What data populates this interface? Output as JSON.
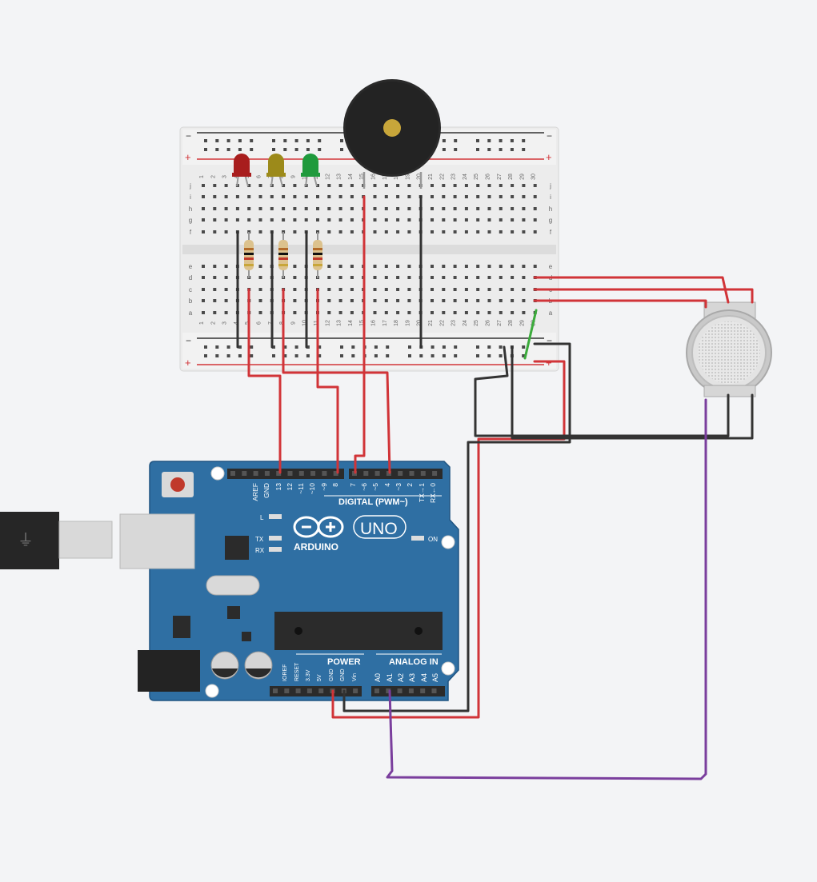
{
  "colors": {
    "background": "#f3f4f6",
    "board": "#2f6fa3",
    "board_dark": "#1f5482",
    "breadboard": "#eceded",
    "wire_red": "#d13438",
    "wire_black": "#333333",
    "wire_purple": "#7a3e9d",
    "wire_green": "#3cab3c",
    "led_red": "#a81d1d",
    "led_yellow": "#9c8a1a",
    "led_green": "#1f9a3c"
  },
  "breadboard": {
    "row_letters_top": [
      "j",
      "i",
      "h",
      "g",
      "f"
    ],
    "row_letters_bottom": [
      "e",
      "d",
      "c",
      "b",
      "a"
    ],
    "column_numbers": [
      "1",
      "2",
      "3",
      "4",
      "5",
      "6",
      "7",
      "8",
      "9",
      "10",
      "11",
      "12",
      "13",
      "14",
      "15",
      "16",
      "17",
      "18",
      "19",
      "20",
      "21",
      "22",
      "23",
      "24",
      "25",
      "26",
      "27",
      "28",
      "29",
      "30"
    ],
    "rail_minus": "−",
    "rail_plus": "+"
  },
  "arduino": {
    "brand": "ARDUINO",
    "model": "UNO",
    "digital_label": "DIGITAL (PWM~)",
    "power_label": "POWER",
    "analog_label": "ANALOG IN",
    "on_label": "ON",
    "l_label": "L",
    "tx_label": "TX",
    "rx_label": "RX",
    "digital_pins": [
      "AREF",
      "GND",
      "13",
      "12",
      "~11",
      "~10",
      "~9",
      "8",
      "7",
      "~6",
      "~5",
      "4",
      "~3",
      "2",
      "TX→1",
      "RX←0"
    ],
    "power_pins": [
      "IOREF",
      "RESET",
      "3.3V",
      "5V",
      "GND",
      "GND",
      "Vin"
    ],
    "analog_pins": [
      "A0",
      "A1",
      "A2",
      "A3",
      "A4",
      "A5"
    ]
  },
  "components": {
    "leds": [
      {
        "color_key": "led_red"
      },
      {
        "color_key": "led_yellow"
      },
      {
        "color_key": "led_green"
      }
    ]
  }
}
